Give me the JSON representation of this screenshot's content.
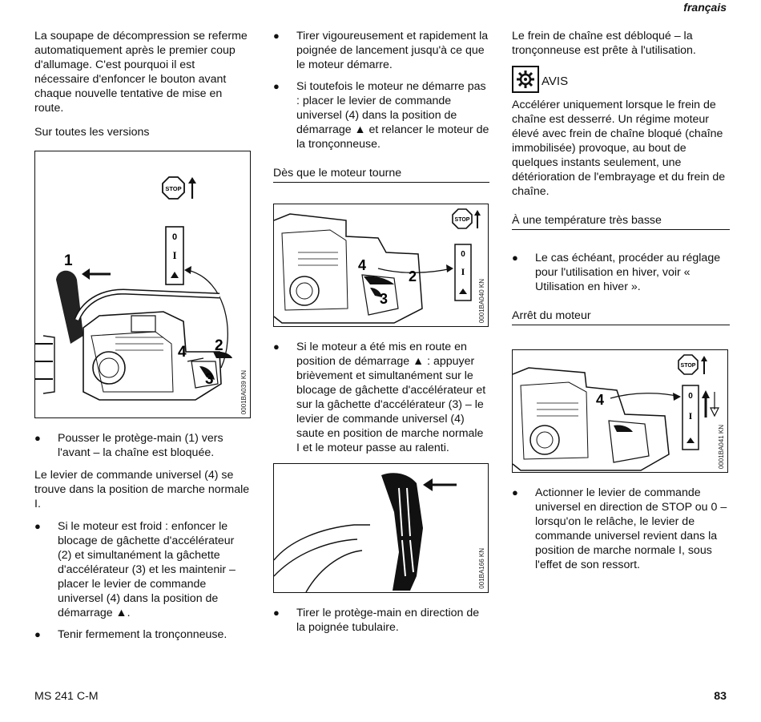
{
  "header": {
    "language": "français"
  },
  "col1": {
    "p1": "La soupape de décompression se referme automatiquement après le premier coup d'allumage. C'est pourquoi il est nécessaire d'enfoncer le bouton avant chaque nouvelle tentative de mise en route.",
    "heading1": "Sur toutes les versions",
    "fig1": {
      "code": "0001BA039 KN",
      "label_stop": "STOP",
      "callout_1": "1",
      "callout_2": "2",
      "callout_3": "3",
      "callout_4": "4",
      "sym_choke": "0",
      "sym_run": "I"
    },
    "bullet1": "Pousser le protège-main (1) vers l'avant – la chaîne est bloquée.",
    "p2": "Le levier de commande universel (4) se trouve dans la position de marche normale I.",
    "bullet2": "Si le moteur est froid : enfoncer le blocage de gâchette d'accélérateur (2) et simultanément la gâchette d'accélérateur (3) et les maintenir – placer le levier de commande universel (4) dans la position de démarrage ▲.",
    "bullet3": "Tenir fermement la tronçonneuse."
  },
  "col2": {
    "bullet1": "Tirer vigoureusement et rapidement la poignée de lancement jusqu'à ce que le moteur démarre.",
    "bullet2": "Si toutefois le moteur ne démarre pas : placer le levier de commande universel (4) dans la position de démarrage ▲ et relancer le moteur de la tronçonneuse.",
    "heading1": "Dès que le moteur tourne",
    "fig2": {
      "code": "0001BA040 KN",
      "label_stop": "STOP",
      "callout_2": "2",
      "callout_3": "3",
      "callout_4": "4",
      "sym_choke": "0",
      "sym_run": "I"
    },
    "bullet3": "Si le moteur a été mis en route en position de démarrage ▲ : appuyer brièvement et simultanément sur le blocage de gâchette d'accélérateur et sur la gâchette d'accélérateur (3) – le levier de commande universel (4) saute en position de marche normale I et le moteur passe au ralenti.",
    "fig3": {
      "code": "001BA166 KN"
    },
    "bullet4": "Tirer le protège-main en direction de la poignée tubulaire."
  },
  "col3": {
    "p1": "Le frein de chaîne est débloqué – la tronçonneuse est prête à l'utilisation.",
    "notice_word": "AVIS",
    "p2": "Accélérer uniquement lorsque le frein de chaîne est desserré. Un régime moteur élevé avec frein de chaîne bloqué (chaîne immobilisée) provoque, au bout de quelques instants seulement, une détérioration de l'embrayage et du frein de chaîne.",
    "heading1": "À une température très basse",
    "bullet1": "Le cas échéant, procéder au réglage pour l'utilisation en hiver, voir « Utilisation en hiver ».",
    "heading2": "Arrêt du moteur",
    "fig4": {
      "code": "0001BA041 KN",
      "label_stop": "STOP",
      "callout_4": "4",
      "sym_choke": "0",
      "sym_run": "I"
    },
    "bullet2": "Actionner le levier de commande universel en direction de STOP ou 0 – lorsqu'on le relâche, le levier de commande universel revient dans la position de marche normale I, sous l'effet de son ressort."
  },
  "footer": {
    "model": "MS 241 C-M",
    "page": "83"
  }
}
